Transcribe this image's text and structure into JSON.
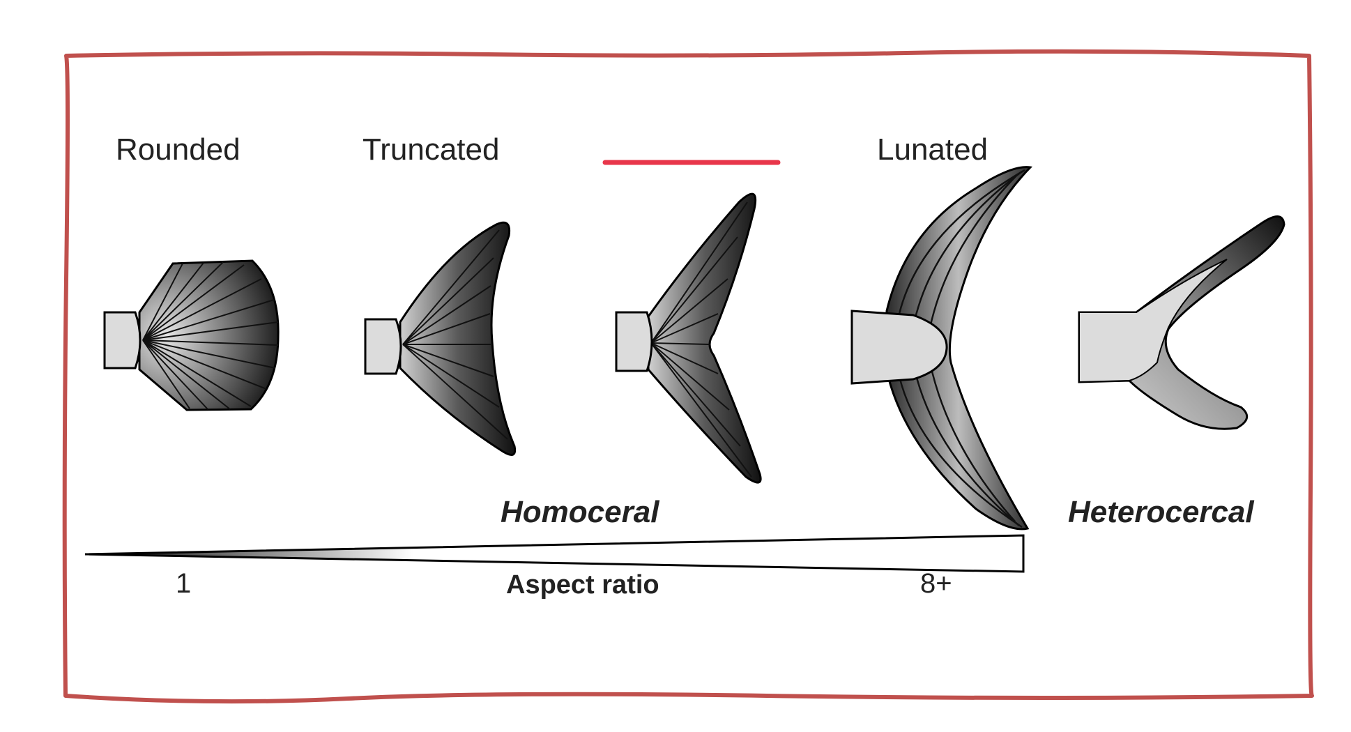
{
  "categories": [
    "Rounded",
    "Truncated",
    "",
    "Lunated",
    ""
  ],
  "groups": {
    "homocercal": "Homoceral",
    "heterocercal": "Heterocercal"
  },
  "axis": {
    "label": "Aspect ratio",
    "min_label": "1",
    "max_label": "8+"
  },
  "colors": {
    "frame": "#c0504d",
    "highlight_line": "#e8364a",
    "fin_dark": "#1a1a1a",
    "peduncle": "#dcdcdc"
  }
}
